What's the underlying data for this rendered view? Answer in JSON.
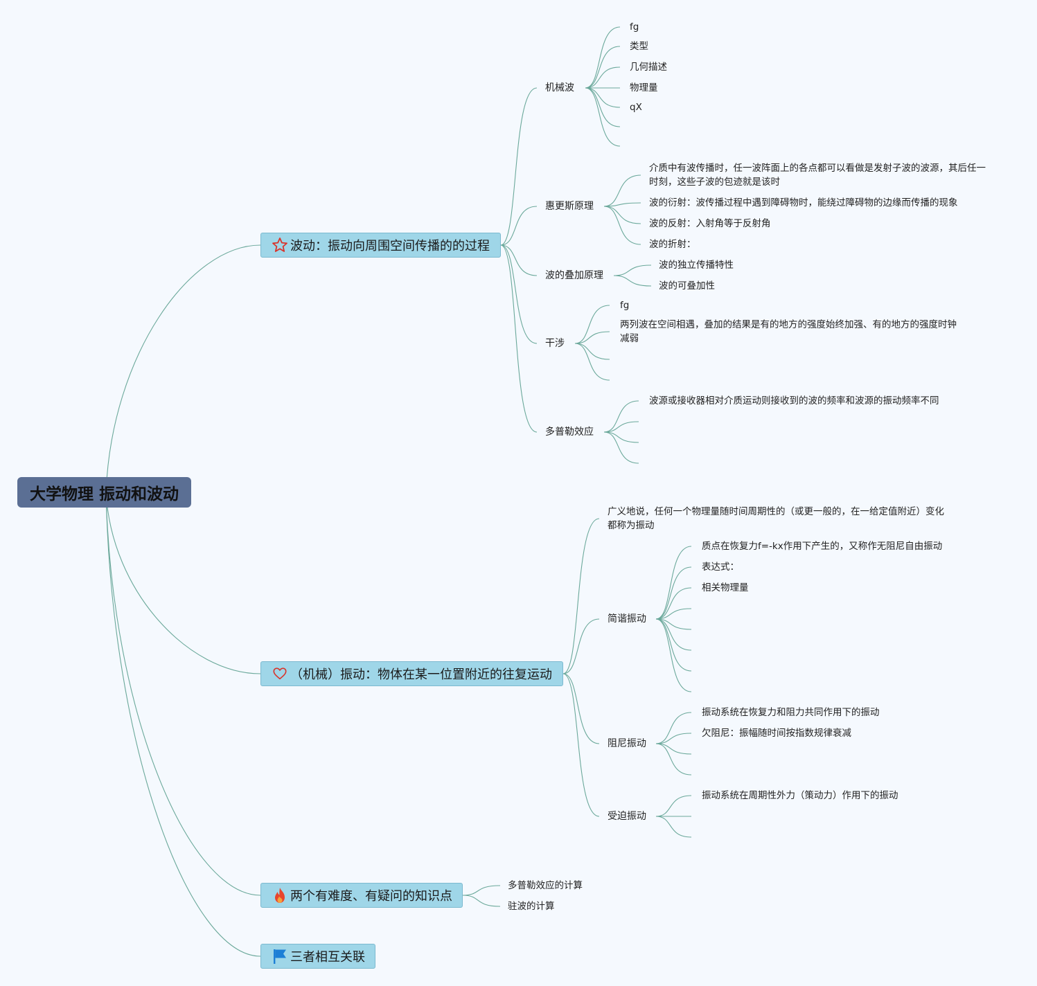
{
  "root": {
    "title": "大学物理 振动和波动"
  },
  "colors": {
    "line": "#6aa89a",
    "root_bg": "#5b6f94",
    "topic_bg": "#9fd6e8",
    "star": "#d9342b",
    "heart": "#d9342b",
    "fire": "#e8452c",
    "flag": "#1d7fd6"
  },
  "wave": {
    "label": "波动：振动向周围空间传播的的过程",
    "icon": "star-icon",
    "mech": {
      "label": "机械波",
      "items": [
        "fg",
        "类型",
        "几何描述",
        "物理量",
        "qX"
      ]
    },
    "huygens": {
      "label": "惠更斯原理",
      "items": [
        "介质中有波传播时，任一波阵面上的各点都可以看做是发射子波的波源，其后任一时刻，这些子波的包迹就是该时",
        "波的衍射：波传播过程中遇到障碍物时，能绕过障碍物的边缘而传播的现象",
        "波的反射：入射角等于反射角",
        "波的折射："
      ]
    },
    "superpos": {
      "label": "波的叠加原理",
      "items": [
        "波的独立传播特性",
        "波的可叠加性"
      ]
    },
    "interf": {
      "label": "干涉",
      "items": [
        "fg",
        "两列波在空间相遇，叠加的结果是有的地方的强度始终加强、有的地方的强度时钟减弱"
      ]
    },
    "doppler": {
      "label": "多普勒效应",
      "items": [
        "波源或接收器相对介质运动则接收到的波的频率和波源的振动频率不同"
      ]
    }
  },
  "vib": {
    "label": "（机械）振动：物体在某一位置附近的往复运动",
    "icon": "heart-icon",
    "def": "广义地说，任何一个物理量随时间周期性的（或更一般的，在一给定值附近）变化都称为振动",
    "shm": {
      "label": "简谐振动",
      "items": [
        "质点在恢复力f=-kx作用下产生的，又称作无阻尼自由振动",
        "表达式：",
        "相关物理量"
      ]
    },
    "damped": {
      "label": "阻尼振动",
      "items": [
        "振动系统在恢复力和阻力共同作用下的振动",
        "欠阻尼：振幅随时间按指数规律衰减"
      ]
    },
    "forced": {
      "label": "受迫振动",
      "items": [
        "振动系统在周期性外力（策动力）作用下的振动"
      ]
    }
  },
  "hard": {
    "label": "两个有难度、有疑问的知识点",
    "icon": "fire-icon",
    "items": [
      "多普勒效应的计算",
      "驻波的计算"
    ]
  },
  "link": {
    "label": "三者相互关联",
    "icon": "flag-icon"
  }
}
